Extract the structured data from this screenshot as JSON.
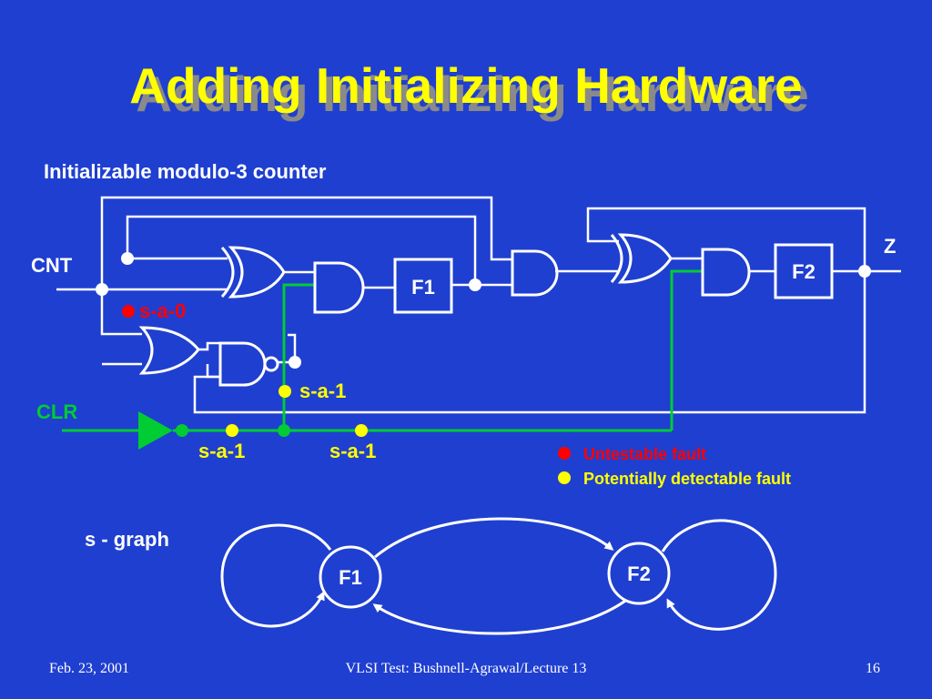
{
  "slide": {
    "title": "Adding Initializing Hardware",
    "subtitle": "Initializable modulo-3 counter",
    "footer_left": "Feb. 23, 2001",
    "footer_center": "VLSI Test: Bushnell-Agrawal/Lecture 13",
    "footer_right": "16"
  },
  "circuit": {
    "input_cnt": "CNT",
    "input_clr": "CLR",
    "output_z": "Z",
    "flipflop_1": "F1",
    "flipflop_2": "F2",
    "fault_untestable": "s-a-0",
    "fault_sa1_upper": "s-a-1",
    "fault_sa1_left": "s-a-1",
    "fault_sa1_right": "s-a-1"
  },
  "legend": {
    "untestable": "Untestable fault",
    "potential": "Potentially detectable fault"
  },
  "sgraph": {
    "label": "s - graph",
    "node_1": "F1",
    "node_2": "F2"
  },
  "colors": {
    "background": "#1f3fd0",
    "wire": "#ffffff",
    "clr_line": "#00cc33",
    "title": "#ffff00",
    "title_shadow": "#8a8a8a",
    "untestable_fault": "#ff0000",
    "potential_fault": "#ffff00"
  }
}
